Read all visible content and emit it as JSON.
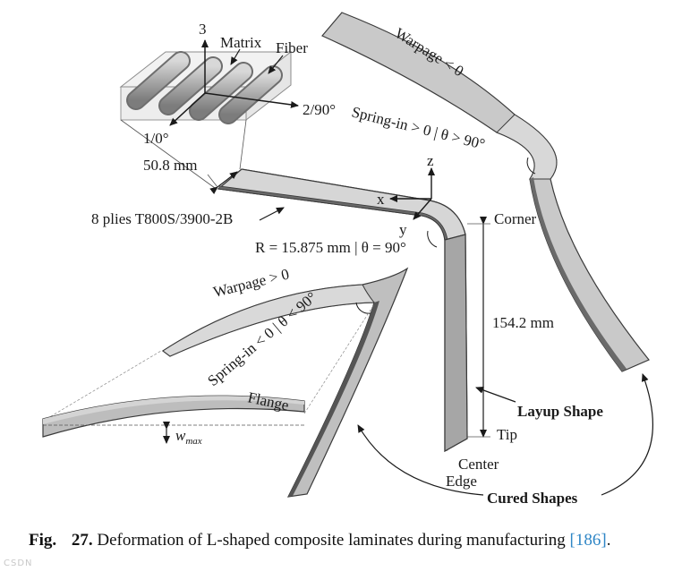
{
  "labels": {
    "axis_3": "3",
    "matrix": "Matrix",
    "fiber": "Fiber",
    "axis_2_90": "2/90°",
    "axis_1_0": "1/0°",
    "width": "50.8 mm",
    "plies": "8 plies T800S/3900-2B",
    "warpage_neg": "Warpage < 0",
    "springin_pos": "Spring-in > 0 | θ > 90°",
    "axis_z": "z",
    "axis_x": "x",
    "axis_y": "y",
    "corner": "Corner",
    "radius": "R = 15.875 mm | θ = 90°",
    "warpage_pos": "Warpage > 0",
    "height": "154.2 mm",
    "springin_neg": "Spring-in < 0 | θ < 90°",
    "flange": "Flange",
    "layup_shape": "Layup Shape",
    "w_max": "w",
    "w_max_sub": "max",
    "tip": "Tip",
    "center": "Center",
    "edge": "Edge",
    "cured_shapes": "Cured Shapes"
  },
  "caption": {
    "fig_label": "Fig.",
    "fig_number": "27.",
    "text": "Deformation of L-shaped composite laminates during manufacturing",
    "ref": "[186]",
    "end": "."
  },
  "watermark": "CSDN"
}
